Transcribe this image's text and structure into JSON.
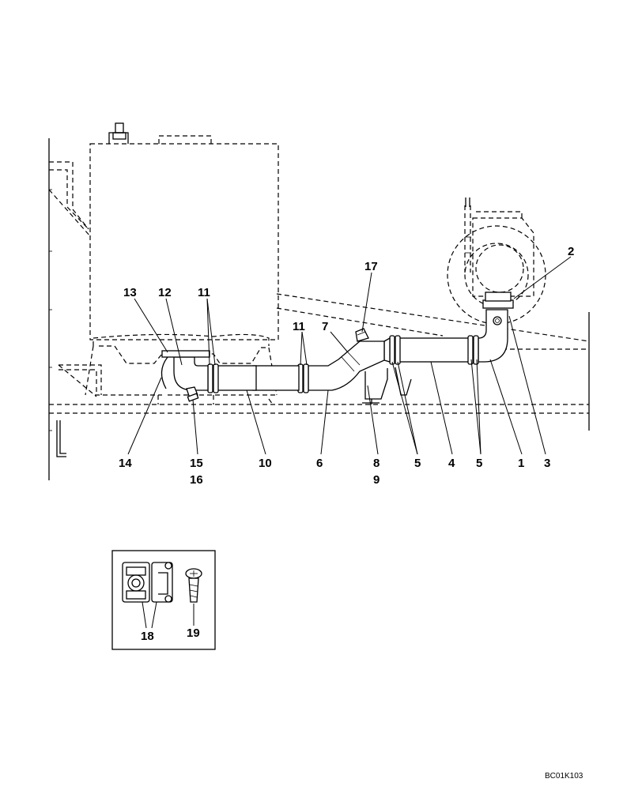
{
  "diagram": {
    "drawing_code": "BC01K103",
    "callouts": {
      "c1": "1",
      "c2": "2",
      "c3": "3",
      "c4": "4",
      "c5a": "5",
      "c5b": "5",
      "c6": "6",
      "c7": "7",
      "c8": "8",
      "c9": "9",
      "c10": "10",
      "c11a": "11",
      "c11b": "11",
      "c12": "12",
      "c13": "13",
      "c14": "14",
      "c15": "15",
      "c16": "16",
      "c17": "17",
      "c18": "18",
      "c19": "19"
    }
  }
}
